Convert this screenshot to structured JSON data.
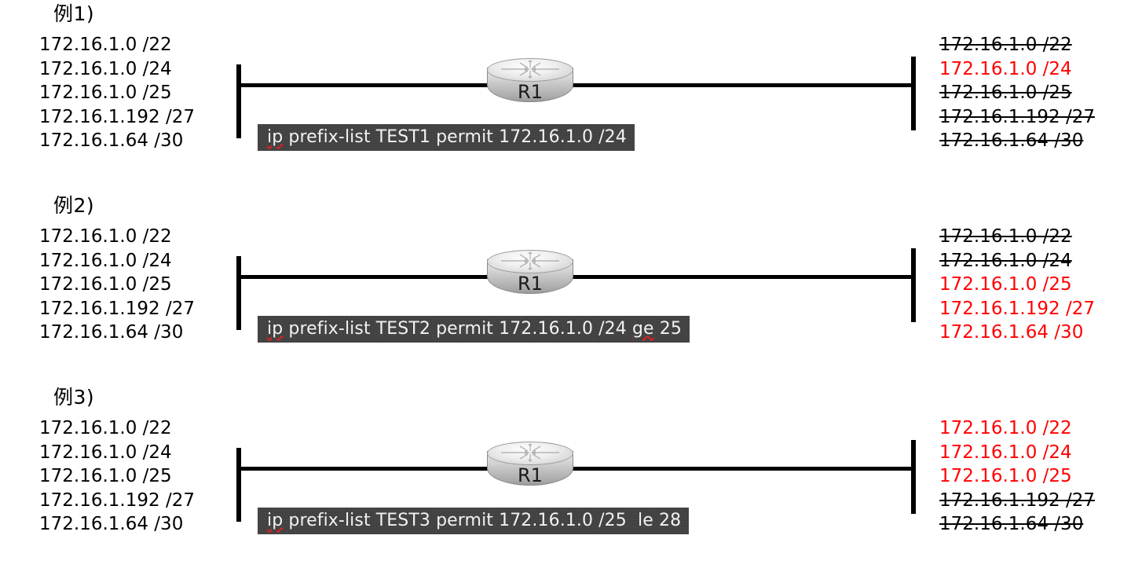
{
  "document": {
    "title": "Cisco ip prefix-list ge / le matching examples",
    "accent_red": "#ff0000",
    "command_box_bg": "#3f3f3f",
    "command_text_color": "#f2f2f2"
  },
  "router": {
    "label": "R1",
    "icon": "cisco-router-icon"
  },
  "source_prefixes": [
    "172.16.1.0 /22",
    "172.16.1.0 /24",
    "172.16.1.0 /25",
    "172.16.1.192 /27",
    "172.16.1.64 /30"
  ],
  "examples": [
    {
      "heading": "例1)",
      "command": {
        "prefix_word": "ip",
        "rest": " prefix-list TEST1 permit 172.16.1.0 /24",
        "full": "ip prefix-list TEST1 permit 172.16.1.0 /24",
        "list_name": "TEST1",
        "action": "permit",
        "network": "172.16.1.0",
        "length": "/24",
        "modifier": ""
      },
      "input": [
        "172.16.1.0 /22",
        "172.16.1.0 /24",
        "172.16.1.0 /25",
        "172.16.1.192 /27",
        "172.16.1.64 /30"
      ],
      "results": [
        {
          "prefix": "172.16.1.0 /22",
          "state": "denied"
        },
        {
          "prefix": "172.16.1.0 /24",
          "state": "permitted"
        },
        {
          "prefix": "172.16.1.0 /25",
          "state": "denied"
        },
        {
          "prefix": "172.16.1.192 /27",
          "state": "denied"
        },
        {
          "prefix": "172.16.1.64 /30",
          "state": "denied"
        }
      ]
    },
    {
      "heading": "例2)",
      "command": {
        "prefix_word": "ip",
        "rest": " prefix-list TEST2 permit 172.16.1.0 /24 ",
        "full": "ip prefix-list TEST2 permit 172.16.1.0 /24 ge 25",
        "list_name": "TEST2",
        "action": "permit",
        "network": "172.16.1.0",
        "length": "/24",
        "modifier": "ge",
        "modifier_value": " 25"
      },
      "input": [
        "172.16.1.0 /22",
        "172.16.1.0 /24",
        "172.16.1.0 /25",
        "172.16.1.192 /27",
        "172.16.1.64 /30"
      ],
      "results": [
        {
          "prefix": "172.16.1.0 /22",
          "state": "denied"
        },
        {
          "prefix": "172.16.1.0 /24",
          "state": "denied"
        },
        {
          "prefix": "172.16.1.0 /25",
          "state": "permitted"
        },
        {
          "prefix": "172.16.1.192 /27",
          "state": "permitted"
        },
        {
          "prefix": "172.16.1.64 /30",
          "state": "permitted"
        }
      ]
    },
    {
      "heading": "例3)",
      "command": {
        "prefix_word": "ip",
        "rest": " prefix-list TEST3 permit 172.16.1.0 /25  le 28",
        "full": "ip prefix-list TEST3 permit 172.16.1.0 /25  le 28",
        "list_name": "TEST3",
        "action": "permit",
        "network": "172.16.1.0",
        "length": "/25",
        "modifier": "le",
        "modifier_value": " 28"
      },
      "input": [
        "172.16.1.0 /22",
        "172.16.1.0 /24",
        "172.16.1.0 /25",
        "172.16.1.192 /27",
        "172.16.1.64 /30"
      ],
      "results": [
        {
          "prefix": "172.16.1.0 /22",
          "state": "permitted"
        },
        {
          "prefix": "172.16.1.0 /24",
          "state": "permitted"
        },
        {
          "prefix": "172.16.1.0 /25",
          "state": "permitted"
        },
        {
          "prefix": "172.16.1.192 /27",
          "state": "denied"
        },
        {
          "prefix": "172.16.1.64 /30",
          "state": "denied"
        }
      ]
    }
  ]
}
